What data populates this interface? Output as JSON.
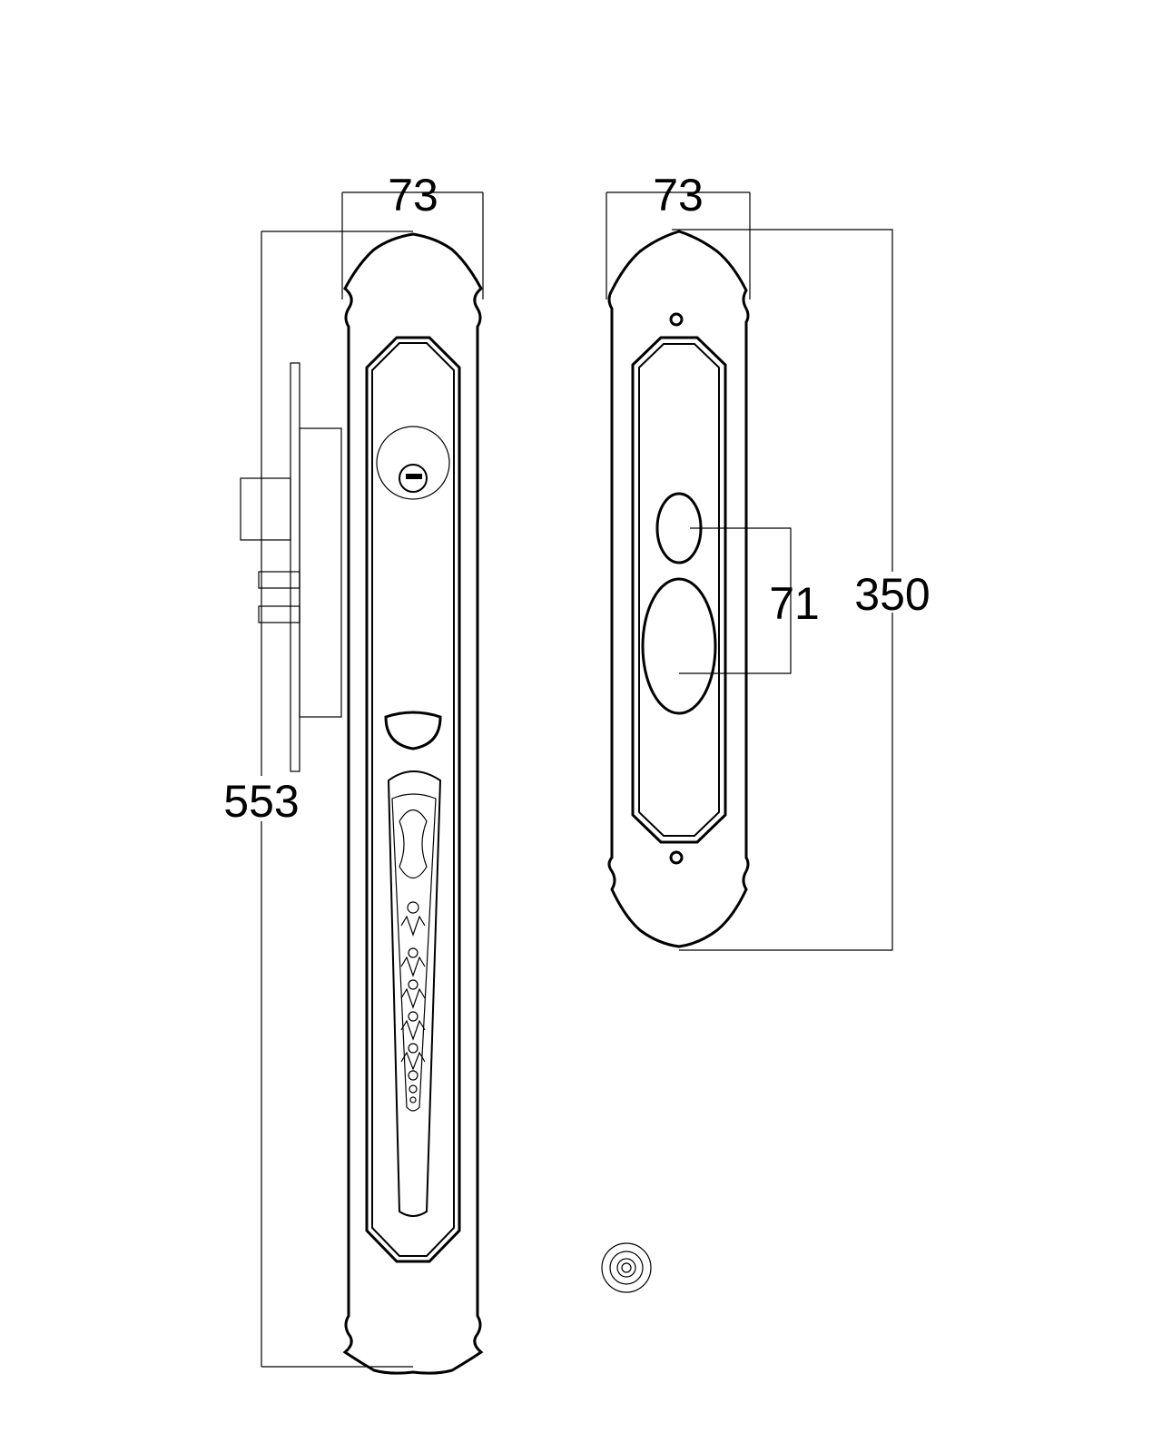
{
  "drawing": {
    "dimensions": {
      "front_plate_width": "73",
      "back_plate_width": "73",
      "front_plate_height": "553",
      "back_plate_height": "350",
      "hole_spacing": "71"
    },
    "line_color": "#000000",
    "background_color": "#ffffff"
  }
}
